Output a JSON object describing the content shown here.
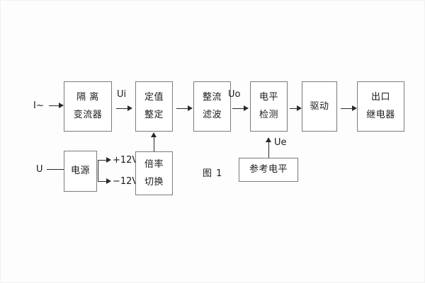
{
  "figure": {
    "caption": "图 1",
    "title_note": "",
    "colors": {
      "box_border": "#7b7b7b",
      "line": "#2a2a2a",
      "text": "#1b1b1b",
      "background": "#fdfdfd"
    }
  },
  "inputs": {
    "current": "I~",
    "voltage": "U"
  },
  "signals": {
    "ui": "Ui",
    "uo": "Uo",
    "ue": "Ue",
    "pos_supply": "+12V",
    "neg_supply": "−12V"
  },
  "blocks": [
    {
      "id": "isolation-ct",
      "lines": [
        "隔 离",
        "变流器"
      ]
    },
    {
      "id": "setting-adjust",
      "lines": [
        "定值",
        "整定"
      ]
    },
    {
      "id": "rectify-filter",
      "lines": [
        "整流",
        "滤波"
      ]
    },
    {
      "id": "level-detect",
      "lines": [
        "电平",
        "检测"
      ]
    },
    {
      "id": "drive",
      "lines": [
        "驱动"
      ]
    },
    {
      "id": "output-relay",
      "lines": [
        "出口",
        "继电器"
      ]
    },
    {
      "id": "power-supply",
      "lines": [
        "电源"
      ]
    },
    {
      "id": "multiplier-switch",
      "lines": [
        "倍率",
        "切换"
      ]
    },
    {
      "id": "reference-level",
      "lines": [
        "参考电平"
      ]
    }
  ]
}
